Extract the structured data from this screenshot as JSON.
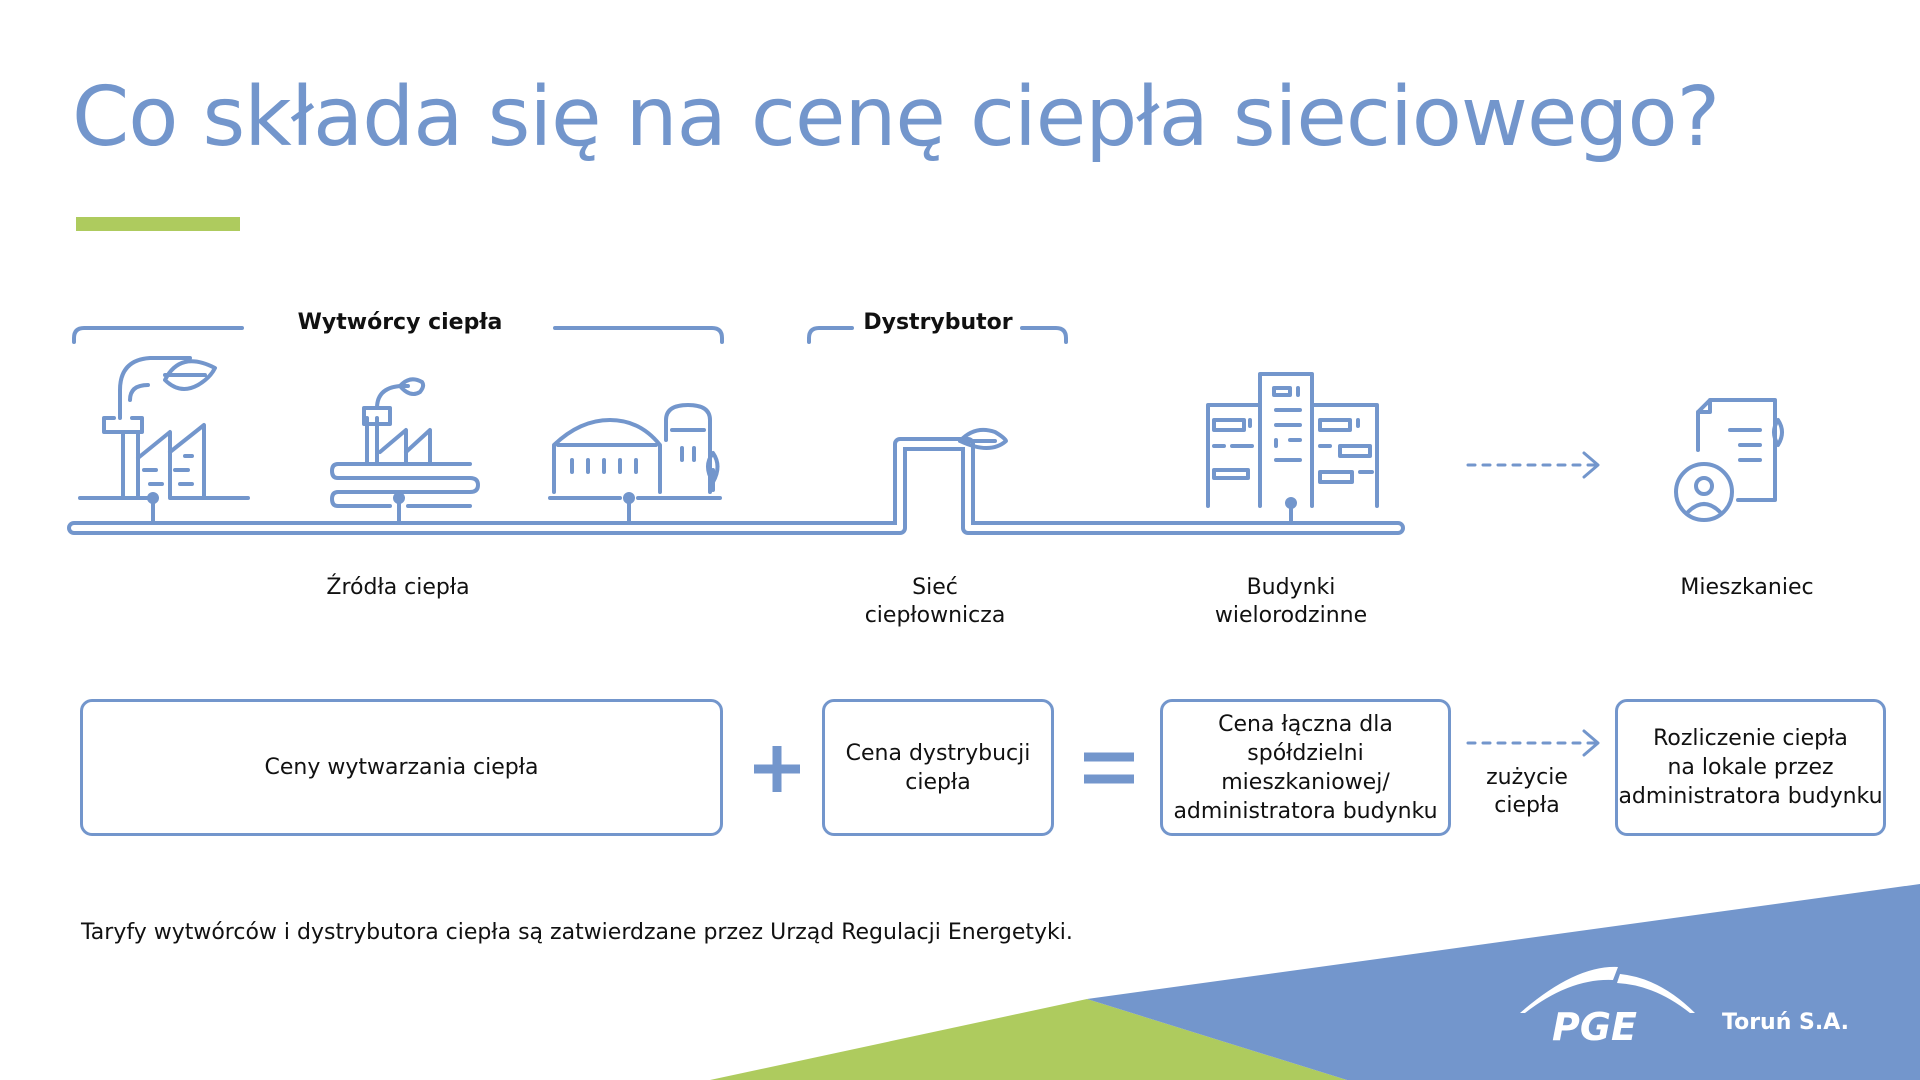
{
  "title": "Co składa się na cenę ciepła sieciowego?",
  "groups": {
    "producers": "Wytwórcy ciepła",
    "distributor": "Dystrybutor"
  },
  "labels": {
    "sources": "Źródła ciepła",
    "network_1": "Sieć",
    "network_2": "ciepłownicza",
    "buildings_1": "Budynki",
    "buildings_2": "wielorodzinne",
    "resident": "Mieszkaniec"
  },
  "boxes": {
    "production": "Ceny wytwarzania ciepła",
    "distribution_1": "Cena dystrybucji",
    "distribution_2": "ciepła",
    "total_1": "Cena łączna dla spółdzielni",
    "total_2": "mieszkaniowej/",
    "total_3": "administratora budynku",
    "billing_1": "Rozliczenie ciepła",
    "billing_2": "na lokale przez",
    "billing_3": "administratora budynku"
  },
  "operators": {
    "plus": "+",
    "equals": "="
  },
  "consumption_1": "zużycie",
  "consumption_2": "ciepła",
  "footer": "Taryfy wytwórców i dystrybutora ciepła są zatwierdzane przez Urząd Regulacji Energetyki.",
  "logo": {
    "brand": "PGE",
    "company": "Toruń S.A."
  },
  "colors": {
    "blue": "#7396cc",
    "green": "#aecb5e"
  }
}
